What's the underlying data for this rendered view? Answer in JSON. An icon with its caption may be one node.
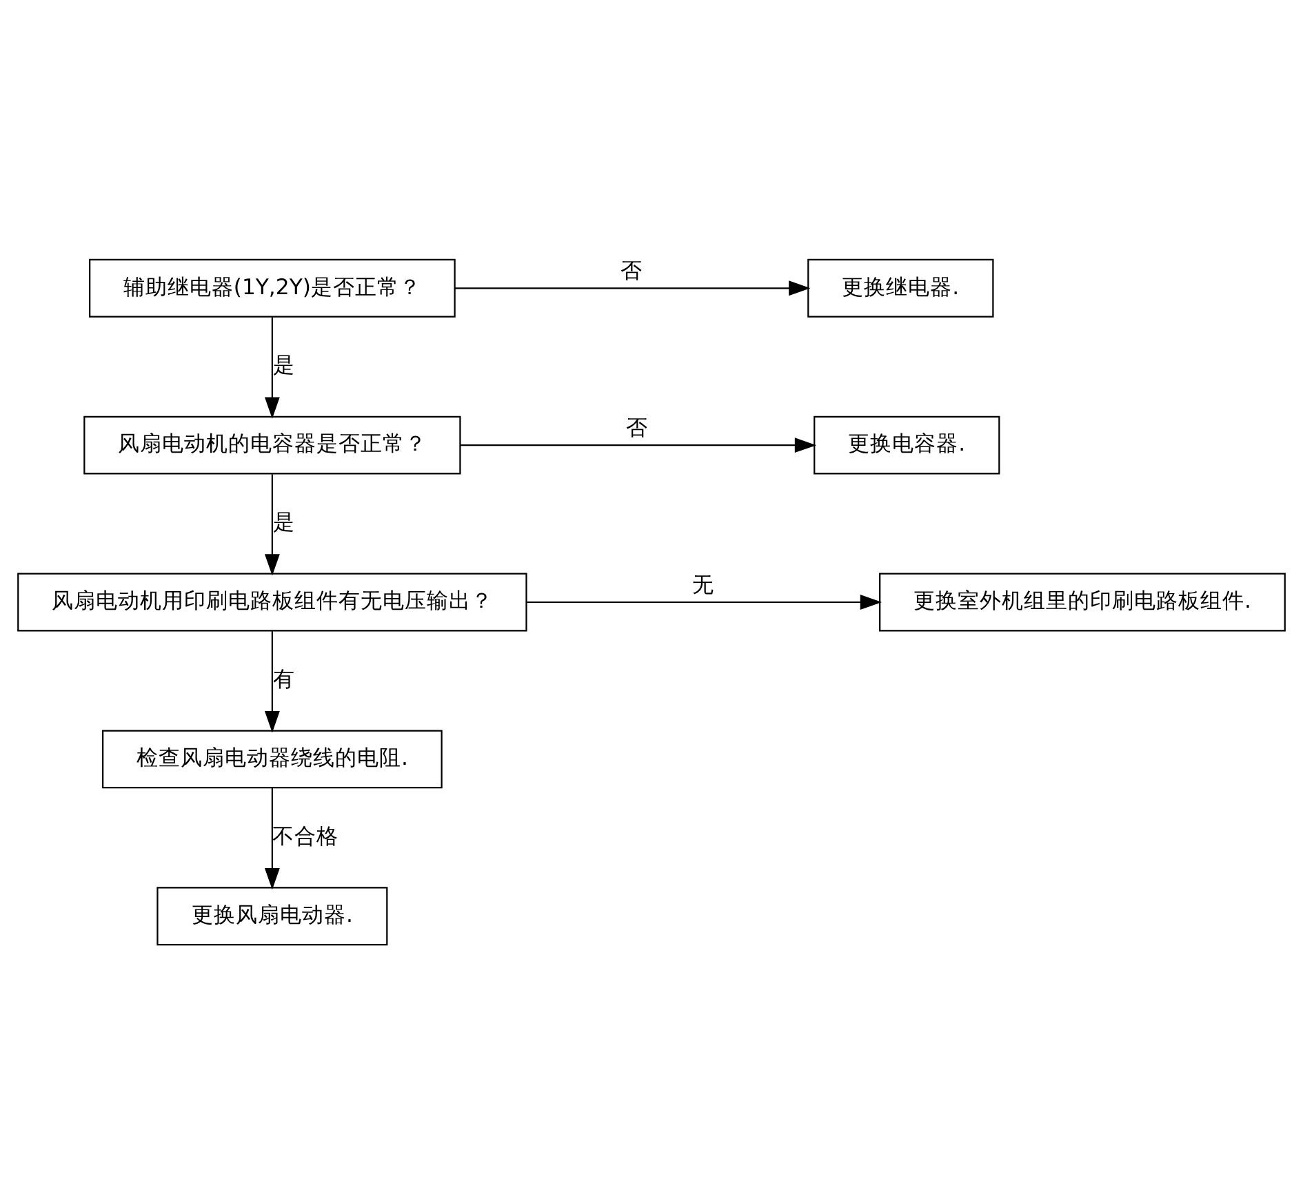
{
  "diagram": {
    "nodes": [
      {
        "text": [
          "辅助继电器(1Y,2Y)是否正常？"
        ]
      },
      {
        "text": [
          "更换继电器."
        ]
      },
      {
        "text": [
          "风扇电动机的电容器是否正常？"
        ]
      },
      {
        "text": [
          "更换电容器."
        ]
      },
      {
        "text": [
          "风扇电动机用印刷电路板组件有无电压输出？"
        ]
      },
      {
        "text": [
          "更换室外机组里的印刷电路板组件."
        ]
      },
      {
        "text": [
          "检查风扇电动器绕线的电阻."
        ]
      },
      {
        "text": [
          "更换风扇电动器."
        ]
      }
    ],
    "edges": [
      {
        "from": 0,
        "to": 1,
        "arrow": "to",
        "label": "否"
      },
      {
        "from": 0,
        "to": 2,
        "arrow": "to",
        "label": "是"
      },
      {
        "from": 2,
        "to": 3,
        "arrow": "to",
        "label": "否"
      },
      {
        "from": 2,
        "to": 4,
        "arrow": "to",
        "label": "是"
      },
      {
        "from": 4,
        "to": 5,
        "arrow": "to",
        "label": "无"
      },
      {
        "from": 4,
        "to": 6,
        "arrow": "to",
        "label": "有"
      },
      {
        "from": 6,
        "to": 7,
        "arrow": "to",
        "label": "不合格"
      }
    ]
  }
}
